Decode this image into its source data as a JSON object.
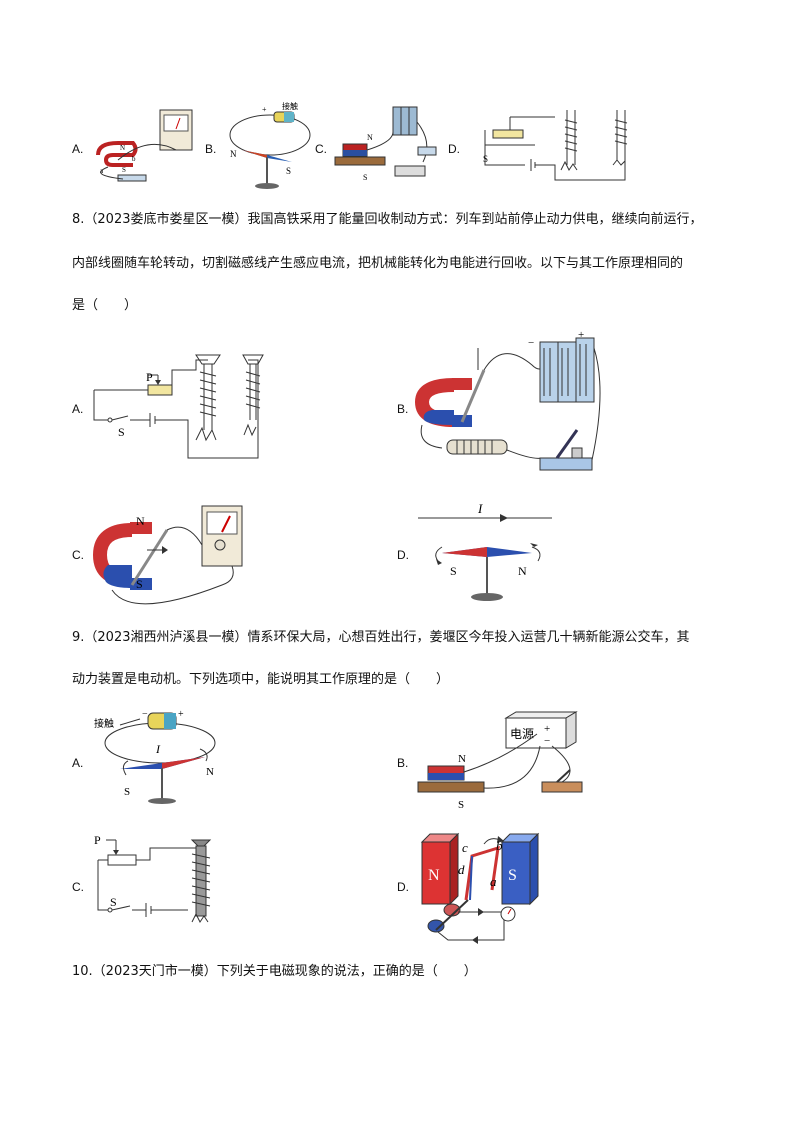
{
  "top_row": {
    "options": [
      "A.",
      "B.",
      "C.",
      "D."
    ],
    "b_contact": "接触",
    "plus": "+",
    "minus": "-",
    "n": "N",
    "s": "S",
    "a_marks": [
      "N",
      "b",
      "a",
      "S"
    ]
  },
  "q8": {
    "line1": "8.（2023娄底市娄星区一模）我国高铁采用了能量回收制动方式：列车到站前停止动力供电，继续向前运行，",
    "line2": "内部线圈随车轮转动，切割磁感线产生感应电流，把机械能转化为电能进行回收。以下与其工作原理相同的",
    "line3": "是（　　）",
    "options": [
      "A.",
      "B.",
      "C.",
      "D."
    ],
    "a_p": "P",
    "a_s": "S",
    "c_n": "N",
    "c_s": "S",
    "d_i": "I",
    "d_s": "S",
    "d_n": "N",
    "b_minus": "−",
    "b_plus": "+"
  },
  "q9": {
    "line1": "9.（2023湘西州泸溪县一模）情系环保大局，心想百姓出行，姜堰区今年投入运营几十辆新能源公交车，其",
    "line2": "动力装置是电动机。下列选项中，能说明其工作原理的是（　　）",
    "options": [
      "A.",
      "B.",
      "C.",
      "D."
    ],
    "a_contact": "接触",
    "a_minus": "−",
    "a_plus": "+",
    "a_i": "I",
    "a_n": "N",
    "a_s": "S",
    "b_power": "电源",
    "b_plus": "+",
    "b_minus": "−",
    "b_n": "N",
    "b_s": "S",
    "c_p": "P",
    "c_s": "S",
    "d_n": "N",
    "d_s": "S",
    "d_a": "a",
    "d_b": "b",
    "d_c": "c",
    "d_d": "d"
  },
  "q10": {
    "line1": "10.（2023天门市一模）下列关于电磁现象的说法，正确的是（　　）"
  }
}
